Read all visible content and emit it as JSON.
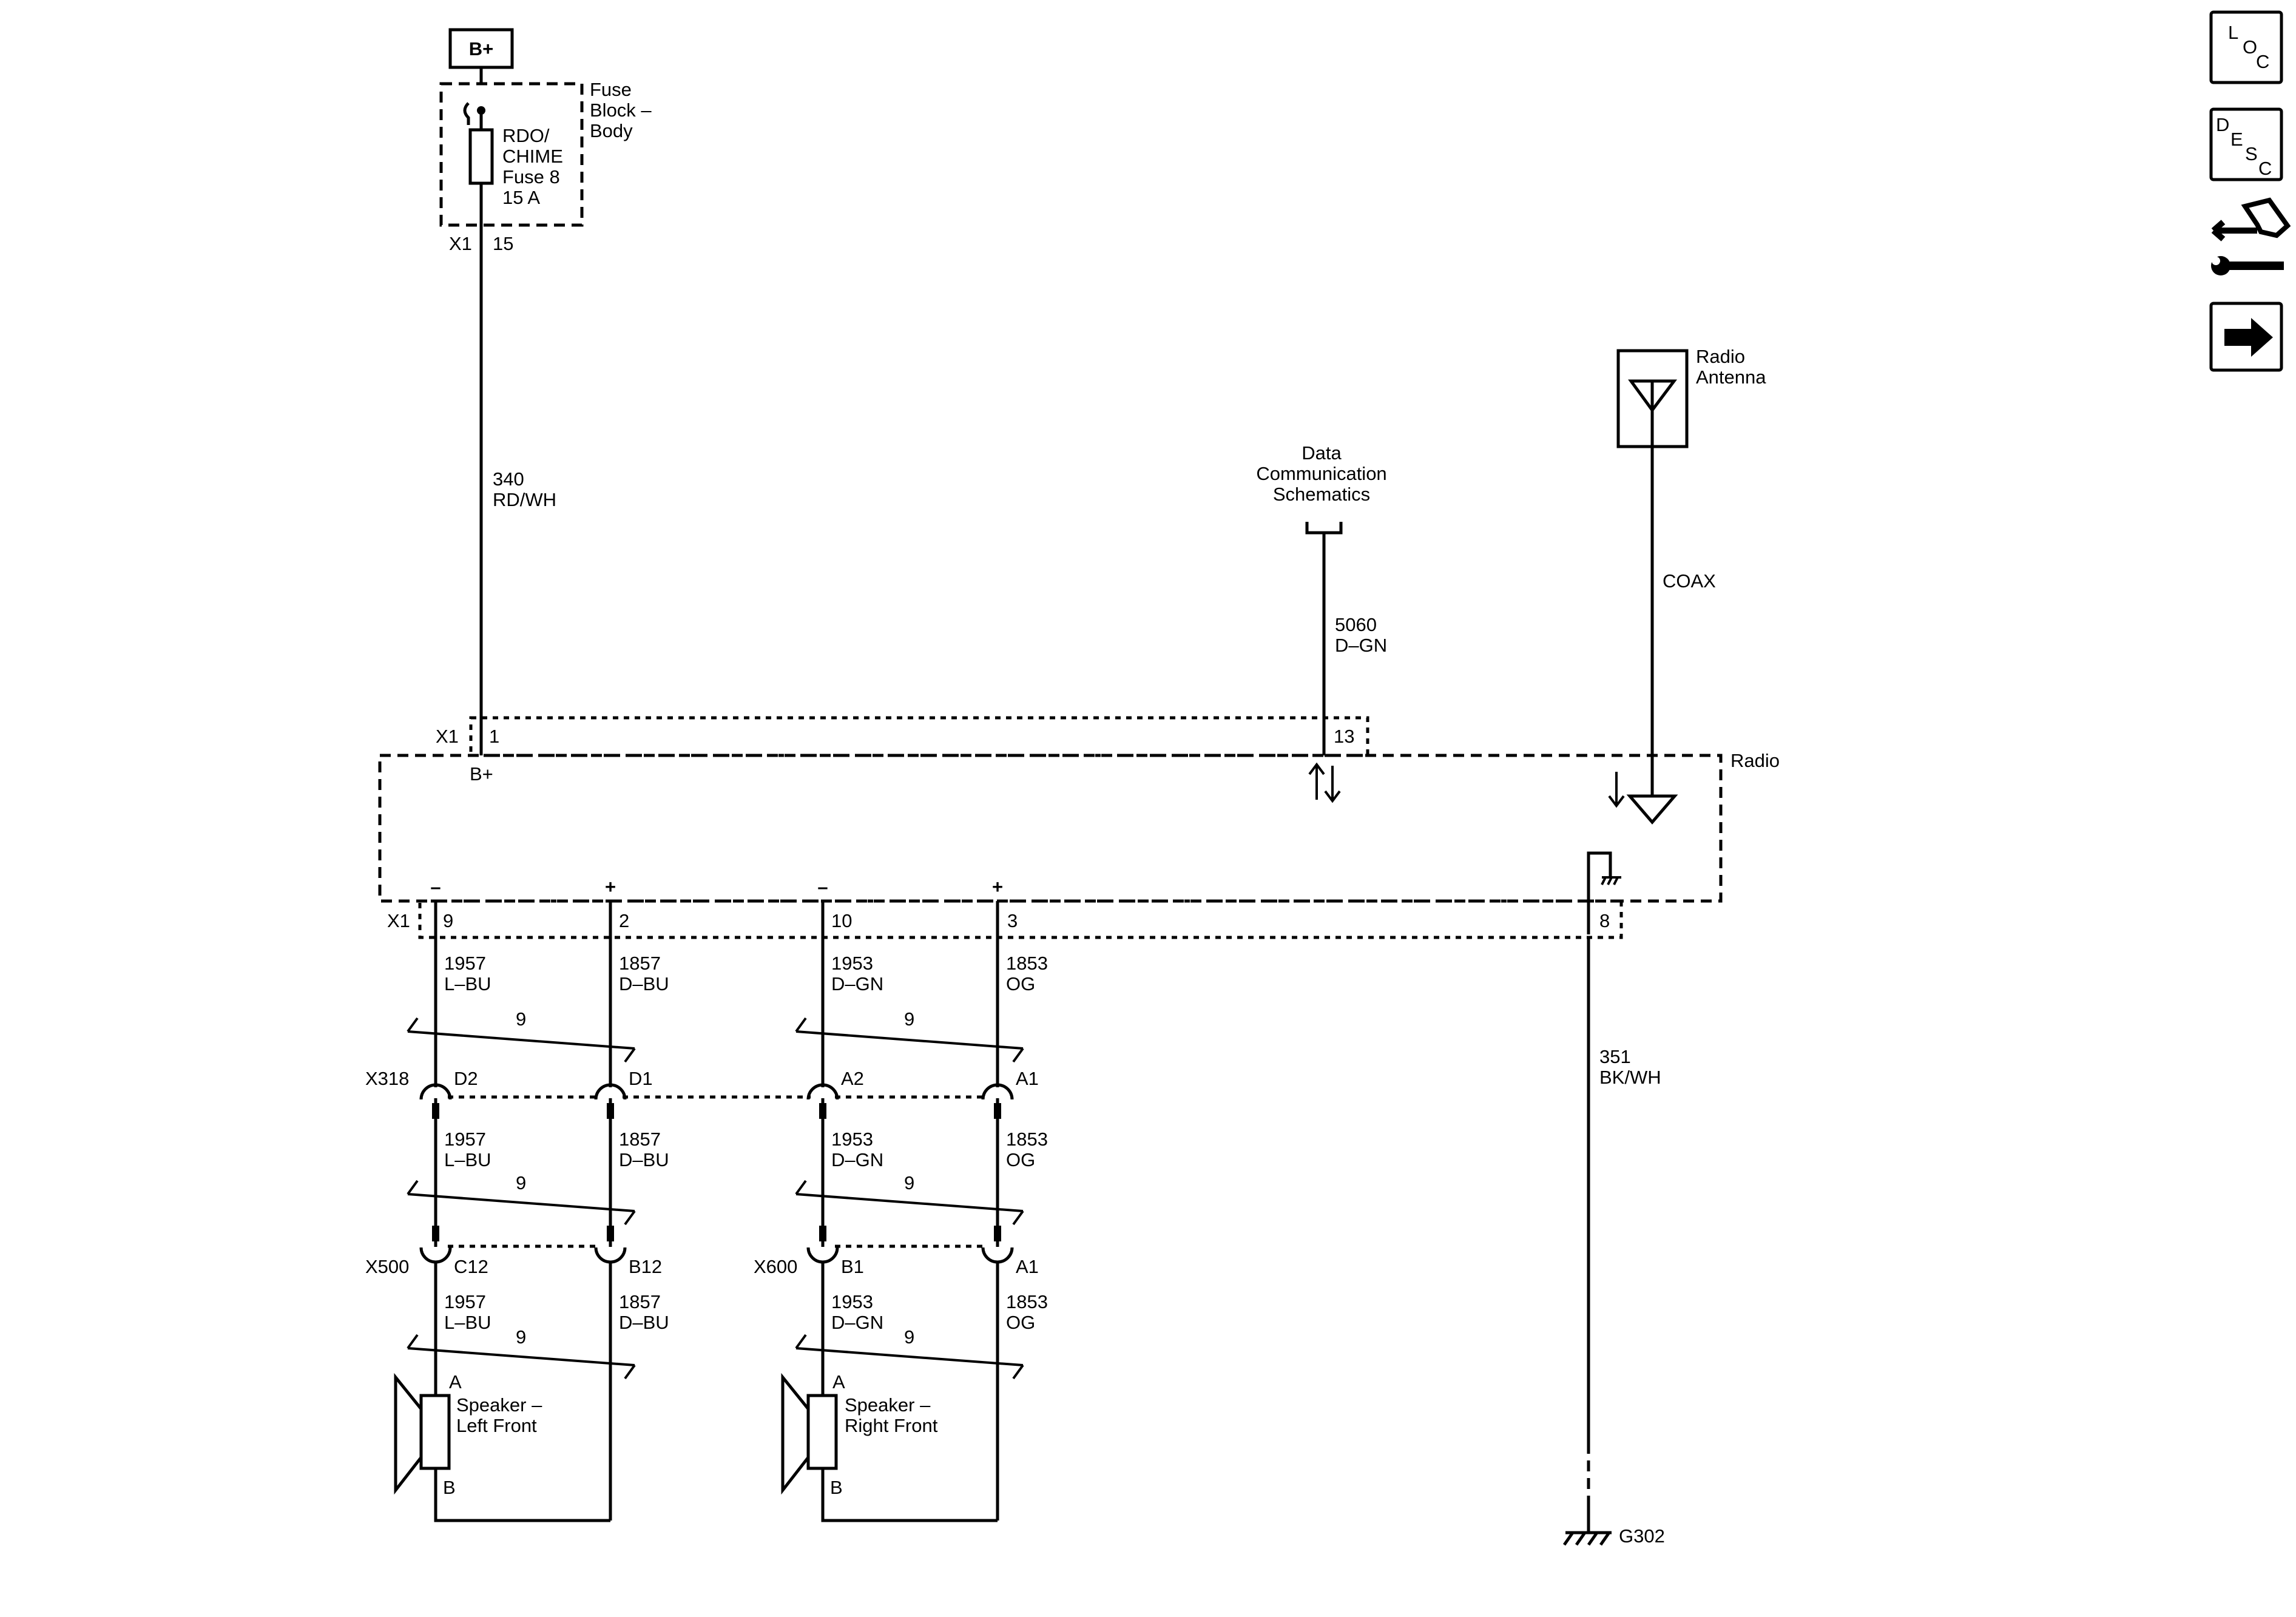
{
  "power": {
    "label": "B+"
  },
  "fuse_block": {
    "title": "Fuse Block – Body",
    "fuse_label": "RDO/ CHIME Fuse 8 15 A",
    "connector": "X1",
    "pin": "15"
  },
  "wires": {
    "b_plus_circuit": "340",
    "b_plus_color": "RD/WH",
    "data_circuit": "5060",
    "data_color": "D–GN",
    "coax": "COAX",
    "ground_circuit": "351",
    "ground_color": "BK/WH",
    "lf_minus_circuit": "1957",
    "lf_minus_color": "L–BU",
    "lf_plus_circuit": "1857",
    "lf_plus_color": "D–BU",
    "rf_minus_circuit": "1953",
    "rf_minus_color": "D–GN",
    "rf_plus_circuit": "1853",
    "rf_plus_color": "OG",
    "twist_label": "9"
  },
  "radio": {
    "title": "Radio",
    "connector": "X1",
    "pin_bplus": "1",
    "pin_bplus_label": "B+",
    "pin_data": "13",
    "pin_lf_minus": "9",
    "pin_lf_plus": "2",
    "pin_rf_minus": "10",
    "pin_rf_plus": "3",
    "pin_ground": "8",
    "minus_sign": "–",
    "plus_sign": "+"
  },
  "data_link": {
    "title": "Data Communication Schematics"
  },
  "antenna": {
    "title": "Radio Antenna"
  },
  "x318": {
    "name": "X318",
    "pins": [
      "D2",
      "D1",
      "A2",
      "A1"
    ]
  },
  "x500": {
    "name": "X500",
    "pins": [
      "C12",
      "B12"
    ]
  },
  "x600": {
    "name": "X600",
    "pins": [
      "B1",
      "A1"
    ]
  },
  "speaker_lf": {
    "title": "Speaker – Left Front",
    "pin_a": "A",
    "pin_b": "B"
  },
  "speaker_rf": {
    "title": "Speaker – Right Front",
    "pin_a": "A",
    "pin_b": "B"
  },
  "ground": {
    "name": "G302"
  },
  "nav": {
    "loc": [
      "L",
      "O",
      "C"
    ],
    "desc": [
      "D",
      "E",
      "S",
      "C"
    ],
    "icons": [
      "location-icon",
      "description-icon",
      "service-icon",
      "next-arrow-icon"
    ]
  }
}
